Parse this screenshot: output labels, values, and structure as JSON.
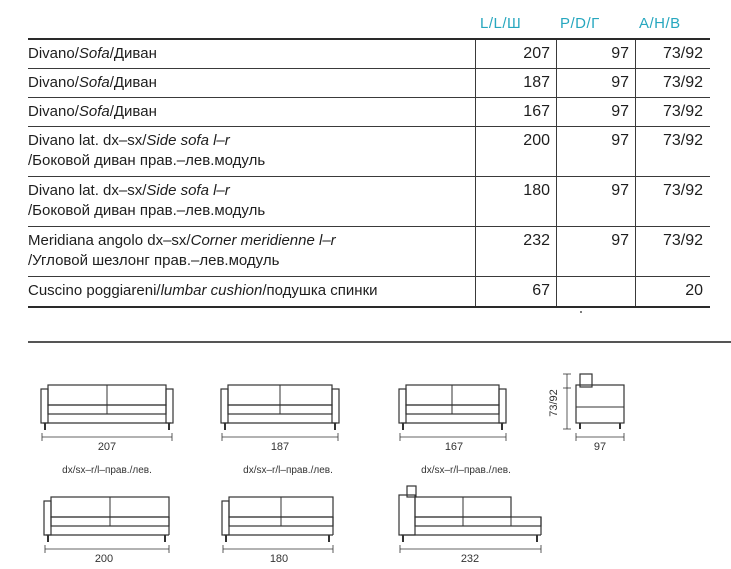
{
  "table": {
    "headers": [
      "L/L/Ш",
      "P/D/Г",
      "A/H/B"
    ],
    "rows": [
      {
        "line1_a": "Divano/",
        "line1_i": "Sofa",
        "line1_b": "/Диван",
        "line2": "",
        "l": "207",
        "p": "97",
        "a": "73/92"
      },
      {
        "line1_a": "Divano/",
        "line1_i": "Sofa",
        "line1_b": "/Диван",
        "line2": "",
        "l": "187",
        "p": "97",
        "a": "73/92"
      },
      {
        "line1_a": "Divano/",
        "line1_i": "Sofa",
        "line1_b": "/Диван",
        "line2": "",
        "l": "167",
        "p": "97",
        "a": "73/92"
      },
      {
        "line1_a": "Divano lat. dx–sx/",
        "line1_i": "Side sofa l–r",
        "line1_b": "",
        "line2": "/Боковой диван прав.–лев.модуль",
        "l": "200",
        "p": "97",
        "a": "73/92"
      },
      {
        "line1_a": "Divano lat. dx–sx/",
        "line1_i": "Side sofa l–r",
        "line1_b": "",
        "line2": "/Боковой диван прав.–лев.модуль",
        "l": "180",
        "p": "97",
        "a": "73/92"
      },
      {
        "line1_a": "Meridiana angolo dx–sx/",
        "line1_i": "Corner meridienne l–r",
        "line1_b": "",
        "line2": "/Угловой шезлонг прав.–лев.модуль",
        "l": "232",
        "p": "97",
        "a": "73/92"
      },
      {
        "line1_a": "Cuscino poggiareni/",
        "line1_i": "lumbar cushion",
        "line1_b": "/подушка спинки",
        "line2": "",
        "l": "67",
        "p": "",
        "a": "20"
      }
    ]
  },
  "drawings": {
    "side_height_label": "73/92",
    "depth_label": "97",
    "variant_caption": "dx/sx–r/l–прав./лев.",
    "widths_row1": [
      "207",
      "187",
      "167"
    ],
    "widths_row2": [
      "200",
      "180",
      "232"
    ]
  }
}
